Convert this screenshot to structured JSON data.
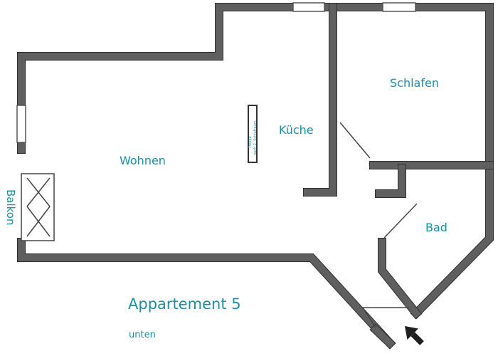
{
  "rooms": {
    "wohnen": "Wohnen",
    "kueche": "Küche",
    "schlafen": "Schlafen",
    "bad": "Bad",
    "balkon": "Balkon"
  },
  "stair_note": {
    "line1": "Treppe",
    "line2": "nach 2. Schlafraum"
  },
  "caption": {
    "title": "Appartement 5",
    "subtitle": "unten"
  },
  "colors": {
    "label": "#1a8fa6",
    "wall": "#5f5f5f",
    "wall_edge": "#2f2f2f",
    "arrow": "#1f1f1f"
  },
  "icons": {
    "entrance": "entrance-arrow-icon"
  }
}
